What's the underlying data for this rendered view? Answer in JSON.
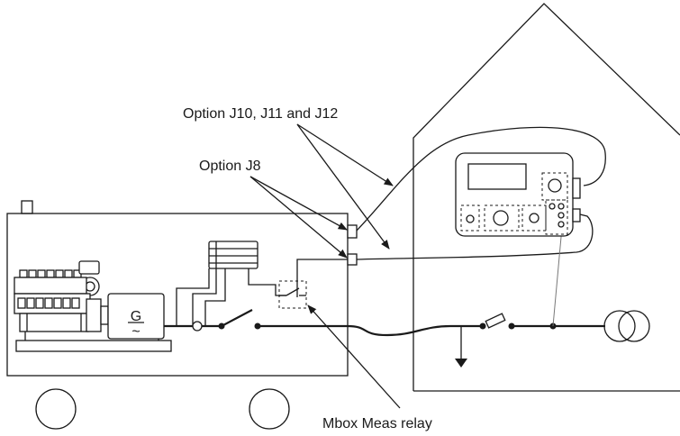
{
  "labels": {
    "option_j10_j11_j12": "Option J10, J11 and J12",
    "option_j8": "Option J8",
    "mbox_meas_relay": "Mbox Meas relay"
  },
  "generator_symbol": {
    "letter": "G",
    "wave": "~"
  },
  "colors": {
    "line": "#1a1a1a",
    "signal_line": "#777777",
    "background": "#ffffff"
  }
}
